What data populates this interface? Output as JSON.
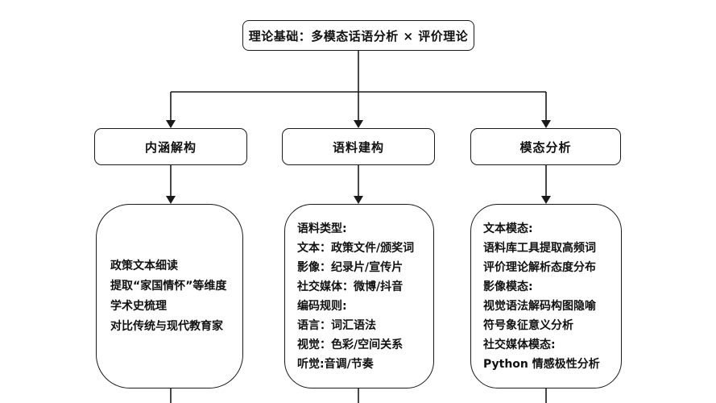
{
  "diagram": {
    "root_label": "理论基础：多模态话语分析 × 评价理论",
    "level2": [
      {
        "label": "内涵解构"
      },
      {
        "label": "语料建构"
      },
      {
        "label": "模态分析"
      }
    ],
    "detail": [
      {
        "lines": [
          "政策文本细读",
          "提取“家国情怀”等维度",
          "学术史梳理",
          "对比传统与现代教育家"
        ]
      },
      {
        "lines": [
          "语料类型:",
          "文本：政策文件/颁奖词",
          "影像：纪录片/宣传片",
          "社交媒体：微博/抖音",
          "编码规则:",
          "语言：词汇语法",
          "视觉：色彩/空间关系",
          "听觉:音调/节奏"
        ]
      },
      {
        "lines": [
          "文本模态:",
          "语料库工具提取高频词",
          "评价理论解析态度分布",
          "影像模态:",
          "视觉语法解码构图隐喻",
          "符号象征意义分析",
          "社交媒体模态:",
          "Python 情感极性分析"
        ]
      }
    ]
  },
  "colors": {
    "line": "#1a1a1a",
    "text": "#111111",
    "background": "#ffffff"
  }
}
